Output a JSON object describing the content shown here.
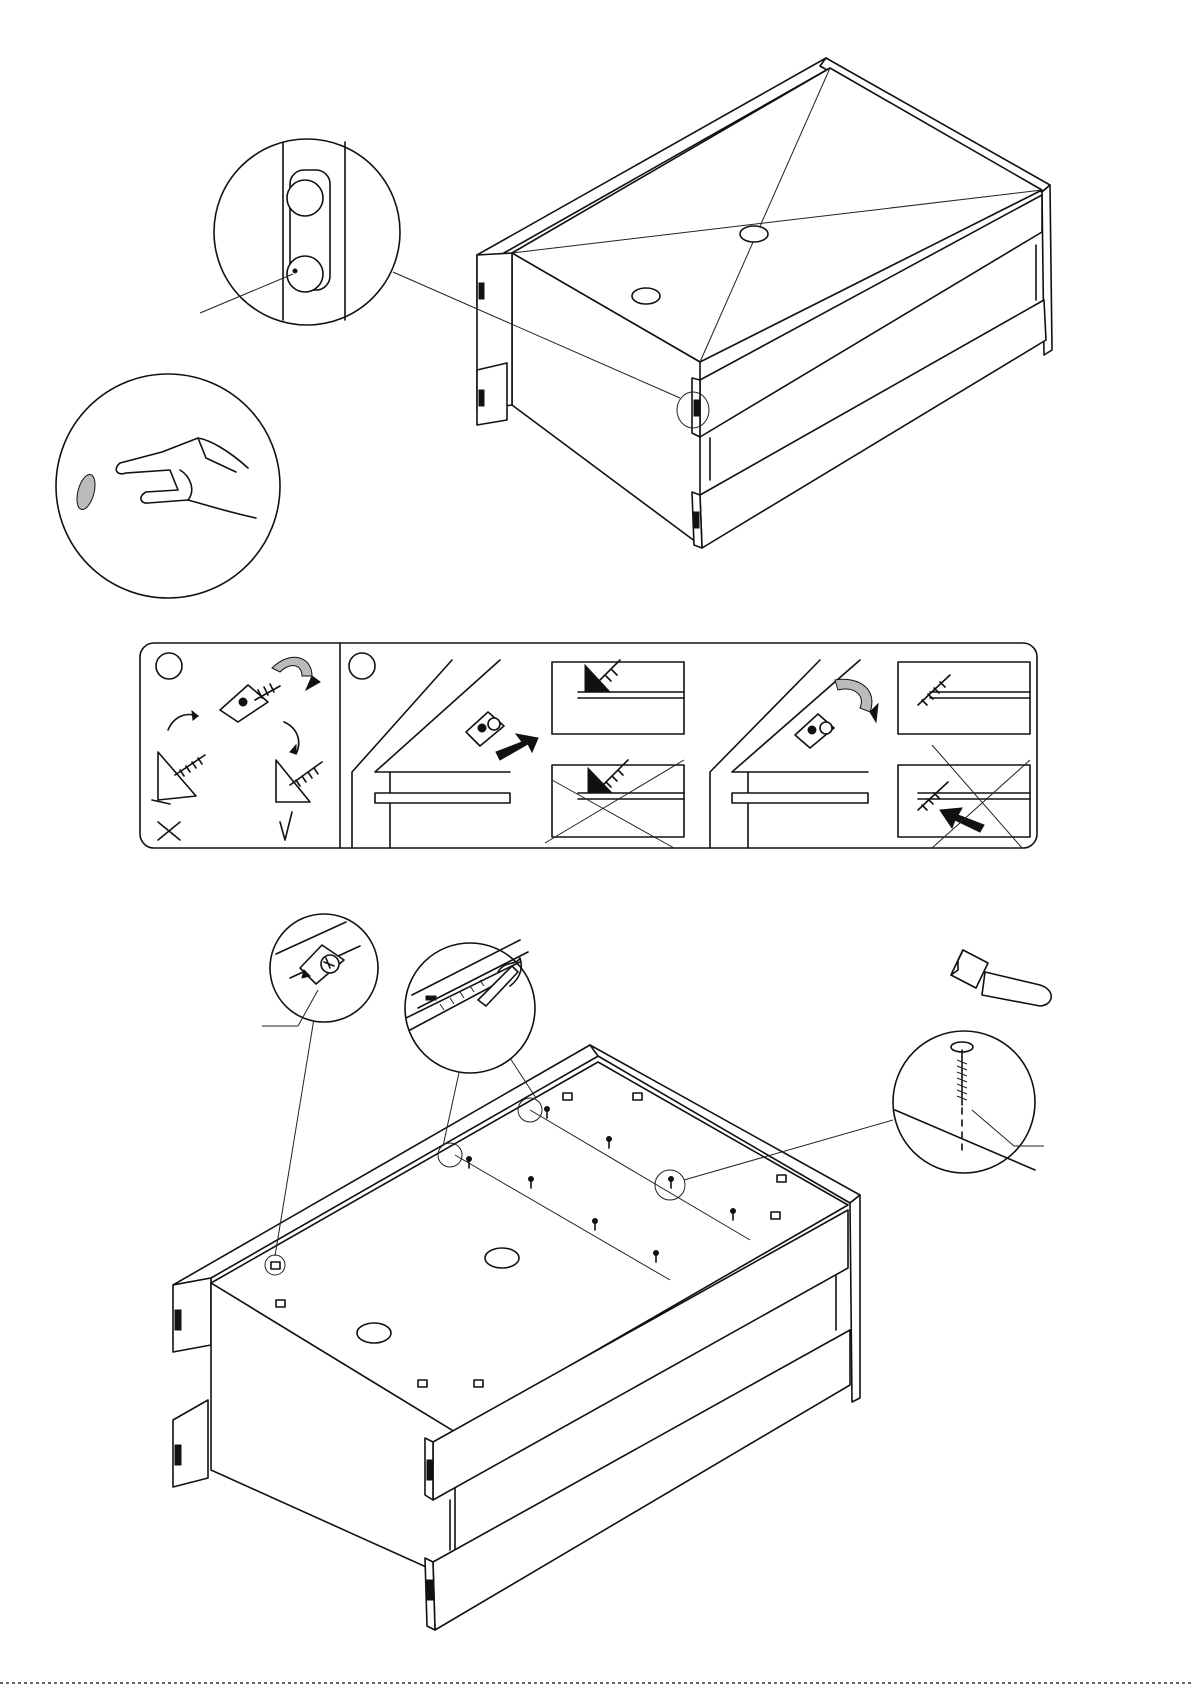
{
  "page": {
    "background": "#ffffff",
    "line_color": "#111111"
  },
  "sections": [
    {
      "name": "frame-top-view",
      "callouts": [
        "magnet-catch-detail",
        "fingertip-press-detail"
      ]
    },
    {
      "name": "corner-bracket-instructions",
      "steps": [
        "step-1",
        "step-2"
      ],
      "icons": [
        "screwdriver-rotate-icon",
        "push-arrow-icon",
        "cross-mark-icon",
        "check-mark-icon"
      ]
    },
    {
      "name": "frame-inside-view",
      "callouts": [
        "bracket-detail",
        "pencil-marking-detail",
        "nail-detail"
      ],
      "icons": [
        "hammer-icon"
      ]
    }
  ]
}
